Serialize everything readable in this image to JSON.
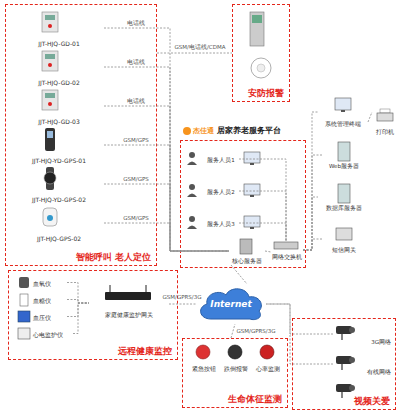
{
  "diagram": {
    "nodes": [
      {
        "text": [
          "智能呼叫 老人定位"
        ]
      },
      {
        "text": [
          "JJT-HJQ-GD-01"
        ],
        "in": 0
      },
      {
        "text": [
          "JJT-HJQ-GD-02"
        ],
        "in": 0
      },
      {
        "text": [
          "JJT-HJQ-GD-03"
        ],
        "in": 0
      },
      {
        "text": [
          "JJT-HJQ-YD-GPS-01"
        ],
        "in": 0
      },
      {
        "text": [
          "JJT-HJQ-YD-GPS-02"
        ],
        "in": 0
      },
      {
        "text": [
          "JJT-HJQ-GPS-02"
        ],
        "in": 0
      },
      {
        "text": [
          "安防报警"
        ]
      },
      {
        "text": [
          "杰佳通",
          "居家养老服务平台"
        ]
      },
      {
        "text": [
          "服务人员1"
        ],
        "in": 8
      },
      {
        "text": [
          "服务人员2"
        ],
        "in": 8
      },
      {
        "text": [
          "服务人员3"
        ],
        "in": 8
      },
      {
        "text": [
          "核心服务器"
        ],
        "in": 8
      },
      {
        "text": [
          "网络交换机"
        ],
        "in": 8
      },
      {
        "text": [
          "系统管理终端"
        ]
      },
      {
        "text": [
          "打印机"
        ]
      },
      {
        "text": [
          "Web服务器"
        ]
      },
      {
        "text": [
          "数据库服务器"
        ]
      },
      {
        "text": [
          "短信网关"
        ]
      },
      {
        "text": [
          "Internet"
        ]
      },
      {
        "text": [
          "远程健康监控"
        ]
      },
      {
        "text": [
          "血氧仪"
        ],
        "in": 20
      },
      {
        "text": [
          "血糖仪"
        ],
        "in": 20
      },
      {
        "text": [
          "血压仪"
        ],
        "in": 20
      },
      {
        "text": [
          "心电监护仪"
        ],
        "in": 20
      },
      {
        "text": [
          "家庭健康监护网关"
        ],
        "in": 20
      },
      {
        "text": [
          "生命体征监测"
        ]
      },
      {
        "text": [
          "紧急按钮"
        ],
        "in": 26
      },
      {
        "text": [
          "跌倒报警"
        ],
        "in": 26
      },
      {
        "text": [
          "心率监测"
        ],
        "in": 26
      },
      {
        "text": [
          "视频关爱"
        ]
      },
      {
        "text": [
          "3G网络"
        ],
        "in": 30
      },
      {
        "text": [
          "有线网络"
        ],
        "in": 30
      }
    ],
    "edges": [
      {
        "from": 1,
        "to": 12,
        "label": "电话线",
        "arrow": "none"
      },
      {
        "from": 2,
        "to": 12,
        "label": "电话线",
        "arrow": "none"
      },
      {
        "from": 3,
        "to": 12,
        "label": "电话线",
        "arrow": "none"
      },
      {
        "from": 4,
        "to": 12,
        "label": "GSM/GPS",
        "arrow": "none"
      },
      {
        "from": 5,
        "to": 12,
        "label": "GSM/GPS",
        "arrow": "none"
      },
      {
        "from": 6,
        "to": 12,
        "label": "GSM/GPS",
        "arrow": "none"
      },
      {
        "from": 0,
        "to": 7,
        "label": "GSM/电话线/CDMA",
        "arrow": "none"
      },
      {
        "from": 9,
        "to": 13,
        "arrow": "none"
      },
      {
        "from": 10,
        "to": 13,
        "arrow": "none"
      },
      {
        "from": 11,
        "to": 13,
        "arrow": "none"
      },
      {
        "from": 12,
        "to": 13,
        "arrow": "none"
      },
      {
        "from": 13,
        "to": 14,
        "arrow": "none"
      },
      {
        "from": 13,
        "to": 16,
        "arrow": "none"
      },
      {
        "from": 13,
        "to": 17,
        "arrow": "none"
      },
      {
        "from": 13,
        "to": 18,
        "arrow": "none"
      },
      {
        "from": 14,
        "to": 15,
        "arrow": "none"
      },
      {
        "from": 12,
        "to": 19,
        "arrow": "none"
      },
      {
        "from": 21,
        "to": 25,
        "arrow": "none"
      },
      {
        "from": 22,
        "to": 25,
        "arrow": "none"
      },
      {
        "from": 23,
        "to": 25,
        "arrow": "none"
      },
      {
        "from": 24,
        "to": 25,
        "arrow": "none"
      },
      {
        "from": 25,
        "to": 19,
        "label": "GSM/GPRS/3G",
        "arrow": "none"
      },
      {
        "from": 26,
        "to": 19,
        "label": "GSM/GPRS/3G",
        "arrow": "none"
      },
      {
        "from": 31,
        "to": 19,
        "arrow": "none"
      },
      {
        "from": 32,
        "to": 19,
        "arrow": "none"
      }
    ]
  }
}
